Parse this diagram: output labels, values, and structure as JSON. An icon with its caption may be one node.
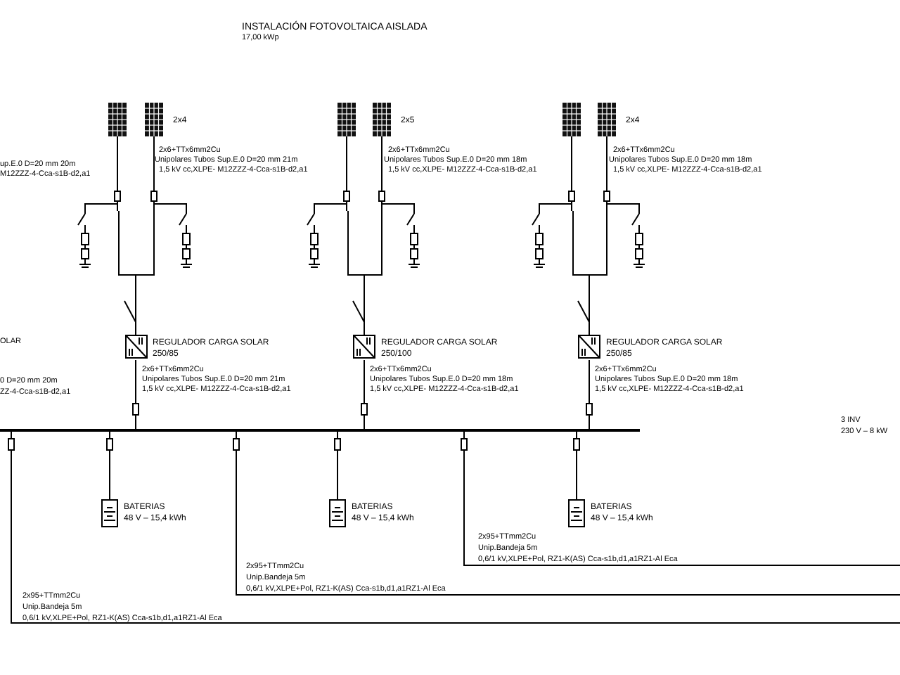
{
  "diagram": {
    "title": "INSTALACIÓN FOTOVOLTAICA AISLADA",
    "nodes": [
      {
        "text": [],
        "shape": "picture"
      },
      {
        "text": [],
        "shape": "picture",
        "beside": [
          "2x4"
        ]
      },
      {
        "text": [],
        "shape": "box"
      },
      {
        "text": [
          "REGULADOR CARGA SOLAR",
          "250/85"
        ]
      },
      {
        "text": [],
        "shape": "picture"
      },
      {
        "text": [],
        "shape": "picture",
        "beside": [
          "2x5"
        ]
      },
      {
        "text": [],
        "shape": "box"
      },
      {
        "text": [
          "REGULADOR CARGA SOLAR",
          "250/100"
        ]
      },
      {
        "text": [],
        "shape": "picture"
      },
      {
        "text": [],
        "shape": "picture",
        "beside": [
          "2x4"
        ]
      },
      {
        "text": [],
        "shape": "box"
      },
      {
        "text": [
          "REGULADOR CARGA SOLAR",
          "250/85"
        ]
      },
      {
        "text": [],
        "shape": "bar"
      },
      {
        "text": [
          "BATERIAS",
          "48 V – 15,4 kWh"
        ]
      },
      {
        "text": [
          "BATERIAS",
          "48 V – 15,4 kWh"
        ]
      },
      {
        "text": [
          "BATERIAS",
          "48 V – 15,4 kWh"
        ]
      }
    ],
    "edges": [
      {
        "from": 0,
        "to": 2,
        "arrow": "none"
      },
      {
        "from": 1,
        "to": 2,
        "arrow": "none"
      },
      {
        "from": 2,
        "to": 3,
        "arrow": "none"
      },
      {
        "from": 3,
        "to": 12,
        "arrow": "none"
      },
      {
        "from": 4,
        "to": 6,
        "arrow": "none"
      },
      {
        "from": 5,
        "to": 6,
        "arrow": "none"
      },
      {
        "from": 6,
        "to": 7,
        "arrow": "none"
      },
      {
        "from": 7,
        "to": 12,
        "arrow": "none"
      },
      {
        "from": 8,
        "to": 10,
        "arrow": "none"
      },
      {
        "from": 9,
        "to": 10,
        "arrow": "none"
      },
      {
        "from": 10,
        "to": 11,
        "arrow": "none"
      },
      {
        "from": 11,
        "to": 12,
        "arrow": "none"
      },
      {
        "from": 12,
        "to": 13,
        "arrow": "none"
      },
      {
        "from": 12,
        "to": 14,
        "arrow": "none"
      },
      {
        "from": 12,
        "to": 15,
        "arrow": "none"
      },
      {
        "from": 12,
        "to": null,
        "arrow": "none"
      },
      {
        "from": 12,
        "to": null,
        "arrow": "none"
      },
      {
        "from": 12,
        "to": null,
        "arrow": "none"
      }
    ],
    "labels": [
      "17,00 kWp",
      "up.E.0 D=20 mm 20m",
      "M12ZZZ-4-Cca-s1B-d2,a1",
      "2x6+TTx6mm2Cu",
      "Unipolares Tubos Sup.E.0 D=20 mm 21m",
      "1,5 kV cc,XLPE- M12ZZZ-4-Cca-s1B-d2,a1",
      "2x6+TTx6mm2Cu",
      "Unipolares Tubos Sup.E.0 D=20 mm 18m",
      "1,5 kV cc,XLPE- M12ZZZ-4-Cca-s1B-d2,a1",
      "2x6+TTx6mm2Cu",
      "Unipolares Tubos Sup.E.0 D=20 mm 18m",
      "1,5 kV cc,XLPE- M12ZZZ-4-Cca-s1B-d2,a1",
      "OLAR",
      "0 D=20 mm 20m",
      "ZZ-4-Cca-s1B-d2,a1",
      "2x6+TTx6mm2Cu",
      "Unipolares Tubos Sup.E.0 D=20 mm 21m",
      "1,5 kV cc,XLPE- M12ZZZ-4-Cca-s1B-d2,a1",
      "2x6+TTx6mm2Cu",
      "Unipolares Tubos Sup.E.0 D=20 mm 18m",
      "1,5 kV cc,XLPE- M12ZZZ-4-Cca-s1B-d2,a1",
      "2x6+TTx6mm2Cu",
      "Unipolares Tubos Sup.E.0 D=20 mm 18m",
      "1,5 kV cc,XLPE- M12ZZZ-4-Cca-s1B-d2,a1",
      "3 INV",
      "230 V – 8 kW",
      "2x95+TTmm2Cu",
      "Unip.Bandeja 5m",
      "0,6/1 kV,XLPE+Pol, RZ1-K(AS) Cca-s1b,d1,a1RZ1-Al Eca",
      "2x95+TTmm2Cu",
      "Unip.Bandeja 5m",
      "0,6/1 kV,XLPE+Pol, RZ1-K(AS) Cca-s1b,d1,a1RZ1-Al Eca",
      "2x95+TTmm2Cu",
      "Unip.Bandeja 5m",
      "0,6/1 kV,XLPE+Pol, RZ1-K(AS) Cca-s1b,d1,a1RZ1-Al Eca"
    ]
  }
}
